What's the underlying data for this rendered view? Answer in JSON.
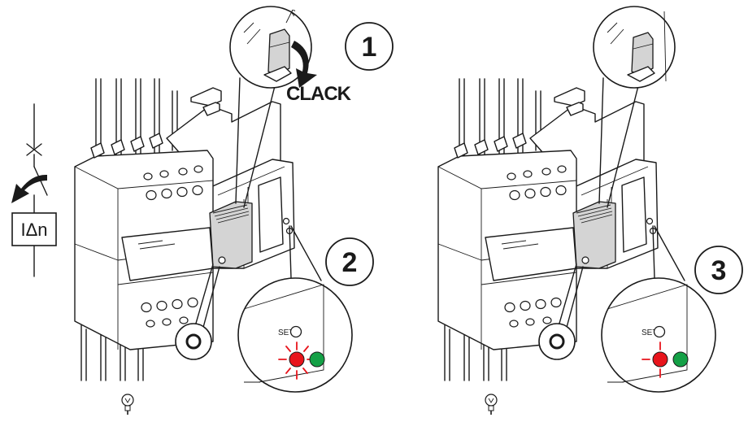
{
  "colors": {
    "line": "#1a1a1a",
    "handle_gray": "#d4d4d4",
    "led_red": "#e8141c",
    "led_green": "#14a046"
  },
  "symbol": {
    "label": "IΔn"
  },
  "step_badges": [
    {
      "number": "1"
    },
    {
      "number": "2"
    },
    {
      "number": "3"
    }
  ],
  "callouts": {
    "clack_text": "CLACK",
    "set_label": "SET"
  },
  "panels": [
    {
      "step": "2",
      "red_led_state": "blinking",
      "green_led_state": "on",
      "set_led_state": "off",
      "lamp_icon": "lightbulb-icon"
    },
    {
      "step": "3",
      "red_led_state": "on",
      "green_led_state": "on",
      "set_led_state": "off",
      "lamp_icon": "lightbulb-icon"
    }
  ],
  "icons": [
    "lightbulb-icon",
    "rotate-arrow-icon",
    "press-arrow-icon",
    "ring-indicator-icon"
  ]
}
